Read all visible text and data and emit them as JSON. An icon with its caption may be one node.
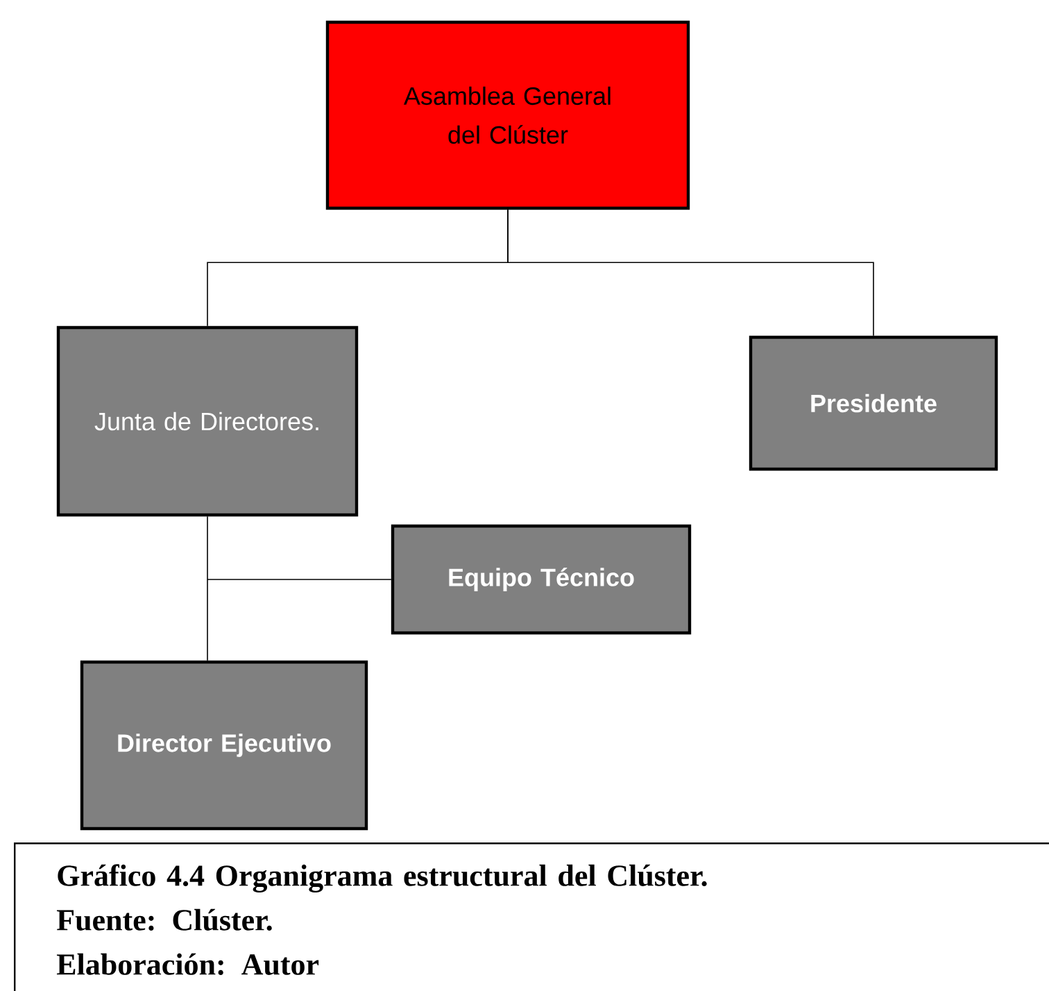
{
  "diagram": {
    "nodes": [
      {
        "text": [
          "Asamblea General del Clúster"
        ]
      },
      {
        "text": [
          "Junta de Directores."
        ]
      },
      {
        "text": [
          "Presidente"
        ]
      },
      {
        "text": [
          "Equipo Técnico"
        ]
      },
      {
        "text": [
          "Director Ejecutivo"
        ]
      }
    ],
    "edges": [
      {
        "from": 0,
        "to": 1,
        "arrow": "none"
      },
      {
        "from": 0,
        "to": 2,
        "arrow": "none"
      },
      {
        "from": 1,
        "to": 4,
        "arrow": "none"
      },
      {
        "from": 1,
        "to": 3,
        "arrow": "none"
      }
    ],
    "labels": [
      "Gráfico 4.4 Organigrama estructural del Clúster.",
      "Fuente: Clúster.",
      "Elaboración: Autor"
    ]
  }
}
